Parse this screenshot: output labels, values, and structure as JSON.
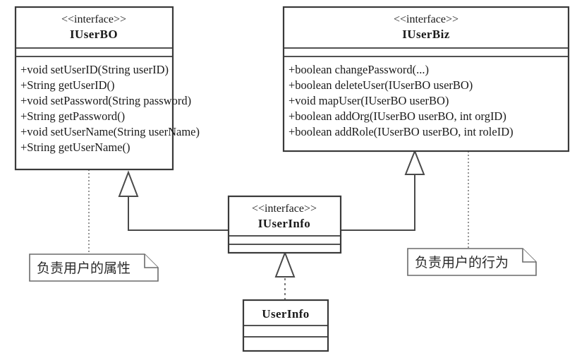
{
  "diagram": {
    "type": "uml-class-diagram",
    "title": "",
    "background_color": "#ffffff",
    "line_color": "#3a3a3a",
    "note_line_color": "#6a6a6a"
  },
  "classes": [
    {
      "id": "iuserbo",
      "stereotype": "<<interface>>",
      "name": "IUserBO",
      "attributes": [],
      "methods": [
        "+void setUserID(String userID)",
        "+String getUserID()",
        "+void setPassword(String password)",
        "+String getPassword()",
        "+void setUserName(String userName)",
        "+String getUserName()"
      ]
    },
    {
      "id": "iuserbiz",
      "stereotype": "<<interface>>",
      "name": "IUserBiz",
      "attributes": [],
      "methods": [
        "+boolean changePassword(...)",
        "+boolean deleteUser(IUserBO userBO)",
        "+void mapUser(IUserBO userBO)",
        "+boolean addOrg(IUserBO userBO, int orgID)",
        "+boolean addRole(IUserBO userBO, int roleID)"
      ]
    },
    {
      "id": "iuserinfo",
      "stereotype": "<<interface>>",
      "name": "IUserInfo",
      "attributes": [],
      "methods": []
    },
    {
      "id": "userinfo",
      "stereotype": "",
      "name": "UserInfo",
      "attributes": [],
      "methods": []
    }
  ],
  "notes": [
    {
      "id": "note-attributes",
      "text": "负责用户的属性",
      "attached_to": "IUserBO"
    },
    {
      "id": "note-behavior",
      "text": "负责用户的行为",
      "attached_to": "IUserBiz"
    }
  ],
  "relationships": [
    {
      "id": "rel-1",
      "from": "IUserInfo",
      "to": "IUserBO",
      "kind": "generalization",
      "line": "solid",
      "arrow": "hollow-triangle"
    },
    {
      "id": "rel-2",
      "from": "IUserInfo",
      "to": "IUserBiz",
      "kind": "generalization",
      "line": "solid",
      "arrow": "hollow-triangle"
    },
    {
      "id": "rel-3",
      "from": "UserInfo",
      "to": "IUserInfo",
      "kind": "realization",
      "line": "dashed",
      "arrow": "hollow-triangle"
    },
    {
      "id": "rel-4",
      "from": "IUserBO",
      "to": "note-attributes",
      "kind": "note-anchor",
      "line": "dotted",
      "arrow": "none"
    },
    {
      "id": "rel-5",
      "from": "IUserBiz",
      "to": "note-behavior",
      "kind": "note-anchor",
      "line": "dotted",
      "arrow": "none"
    }
  ]
}
